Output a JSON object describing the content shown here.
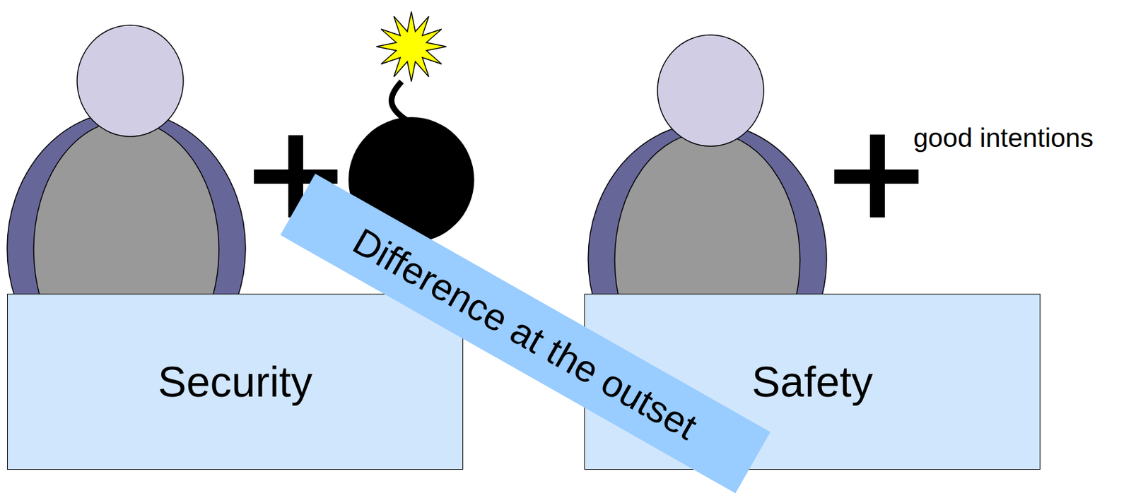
{
  "diagram": {
    "nodes": [
      {
        "text": [
          "Security"
        ]
      },
      {
        "text": [
          "Safety"
        ]
      },
      {
        "text": [
          "Difference at the outset"
        ]
      }
    ],
    "labels": [
      "good intentions"
    ]
  }
}
